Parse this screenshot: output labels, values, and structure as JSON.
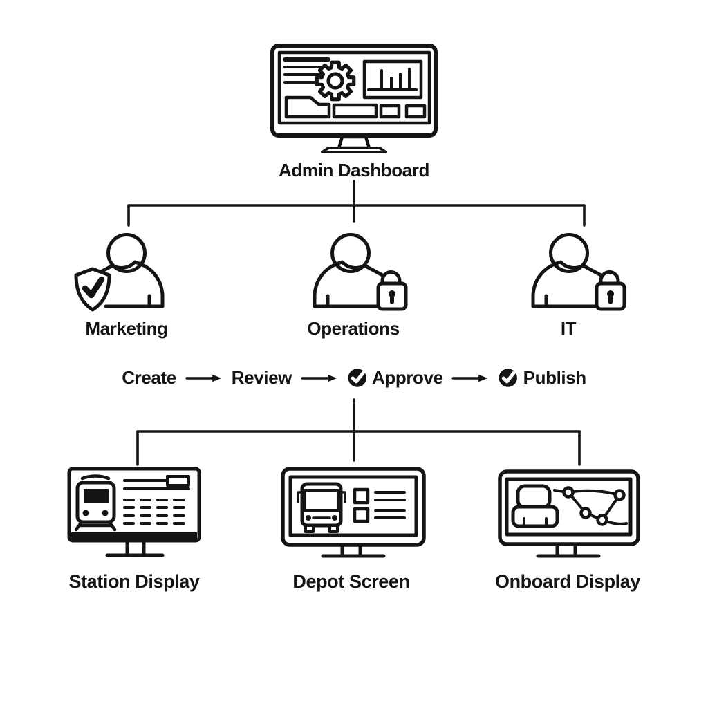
{
  "colors": {
    "ink": "#141414",
    "background": "#ffffff"
  },
  "admin": {
    "label": "Admin Dashboard",
    "icon": "dashboard-monitor-icon"
  },
  "roles": [
    {
      "label": "Marketing",
      "icon": "user-icon",
      "badge": "shield-check-icon"
    },
    {
      "label": "Operations",
      "icon": "user-icon",
      "badge": "lock-icon"
    },
    {
      "label": "IT",
      "icon": "user-icon",
      "badge": "lock-icon"
    }
  ],
  "workflow": {
    "connector": "arrow-right-icon",
    "steps": [
      {
        "label": "Create",
        "approved": false
      },
      {
        "label": "Review",
        "approved": false
      },
      {
        "label": "Approve",
        "approved": true
      },
      {
        "label": "Publish",
        "approved": true
      }
    ]
  },
  "displays": [
    {
      "label": "Station Display",
      "icon": "train-monitor-icon"
    },
    {
      "label": "Depot Screen",
      "icon": "bus-monitor-icon"
    },
    {
      "label": "Onboard Display",
      "icon": "seat-route-monitor-icon"
    }
  ]
}
